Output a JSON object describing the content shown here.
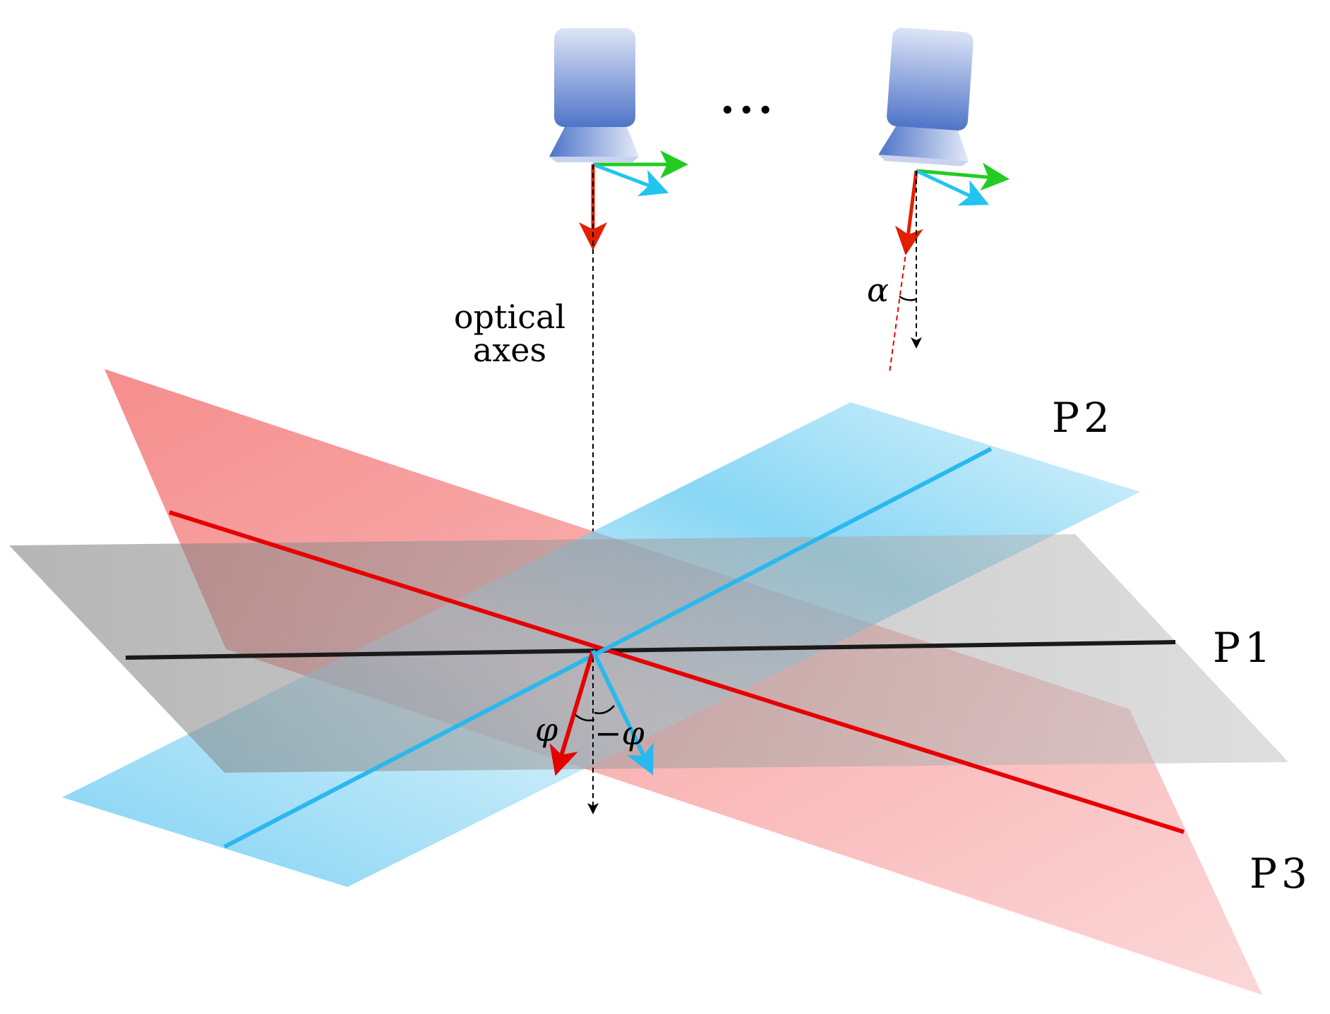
{
  "labels": {
    "optical_1": "optical",
    "optical_2": "axes",
    "ellipsis": "...",
    "alpha": "α",
    "phi": "φ",
    "neg_phi": "−φ",
    "p1": "P1",
    "p2": "P2",
    "p3": "P3"
  },
  "colors": {
    "plane_p1": "#9a9a9a",
    "plane_p2": "#2ab8ee",
    "plane_p3": "#ee3c3c",
    "line_red": "#e60000",
    "line_blue": "#2ab8ee",
    "arrow_green": "#22cc22",
    "arrow_cyan": "#22c4f0",
    "arrow_red": "#e02000",
    "camera_body": "#4f74c8"
  },
  "icons": [
    "camera-icon",
    "camera-icon-tilted"
  ]
}
